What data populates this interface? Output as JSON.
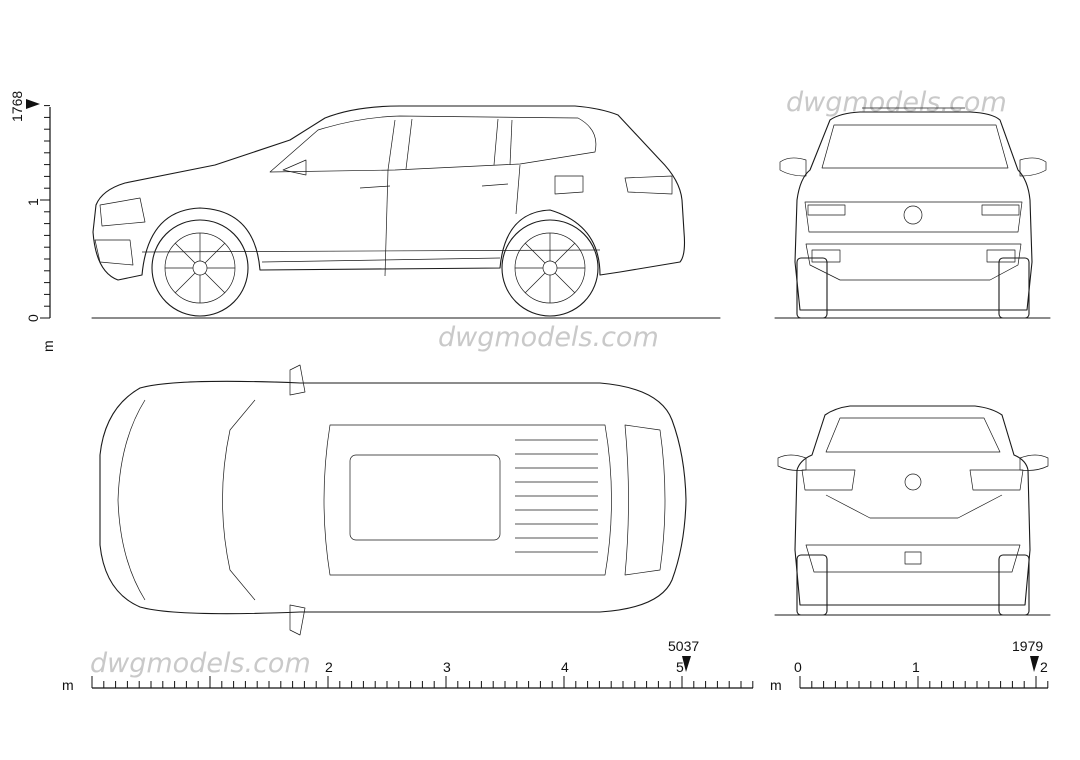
{
  "watermarks": {
    "top_right": "dwgmodels.com",
    "middle": "dwgmodels.com",
    "bottom_left": "dwgmodels.com"
  },
  "height_scale": {
    "unit": "m",
    "labels": [
      "0",
      "1"
    ],
    "dimension": "1768"
  },
  "length_scale": {
    "unit": "m",
    "labels": [
      "2",
      "3",
      "4",
      "5"
    ],
    "dimension": "5037"
  },
  "width_scale": {
    "unit": "m",
    "labels": [
      "0",
      "1",
      "2"
    ],
    "dimension": "1979"
  }
}
